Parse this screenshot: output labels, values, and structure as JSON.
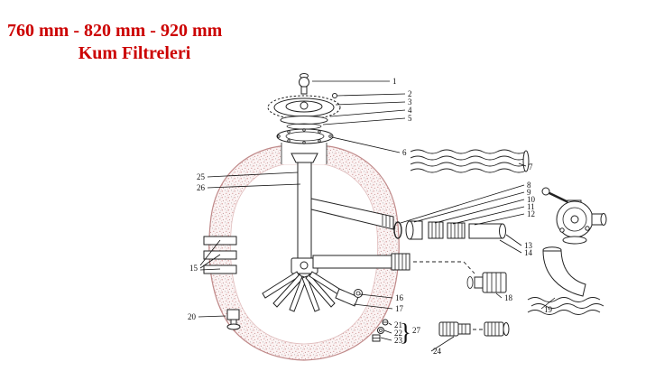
{
  "title": {
    "line1": "760 mm - 820 mm - 920 mm",
    "line2": "Kum Filtreleri"
  },
  "colors": {
    "title_red": "#cc0000",
    "line": "#222222",
    "tank_stipple_pink": "#cf8d8d",
    "background": "#ffffff"
  },
  "diagram": {
    "bracket": "}",
    "parts": [
      {
        "num": "1"
      },
      {
        "num": "2"
      },
      {
        "num": "3"
      },
      {
        "num": "4"
      },
      {
        "num": "5"
      },
      {
        "num": "6"
      },
      {
        "num": "7"
      },
      {
        "num": "8"
      },
      {
        "num": "9"
      },
      {
        "num": "10"
      },
      {
        "num": "11"
      },
      {
        "num": "12"
      },
      {
        "num": "13"
      },
      {
        "num": "14"
      },
      {
        "num": "15"
      },
      {
        "num": "16"
      },
      {
        "num": "17"
      },
      {
        "num": "18"
      },
      {
        "num": "19"
      },
      {
        "num": "20"
      },
      {
        "num": "21"
      },
      {
        "num": "22"
      },
      {
        "num": "23"
      },
      {
        "num": "24"
      },
      {
        "num": "25"
      },
      {
        "num": "26"
      },
      {
        "num": "27"
      }
    ]
  }
}
